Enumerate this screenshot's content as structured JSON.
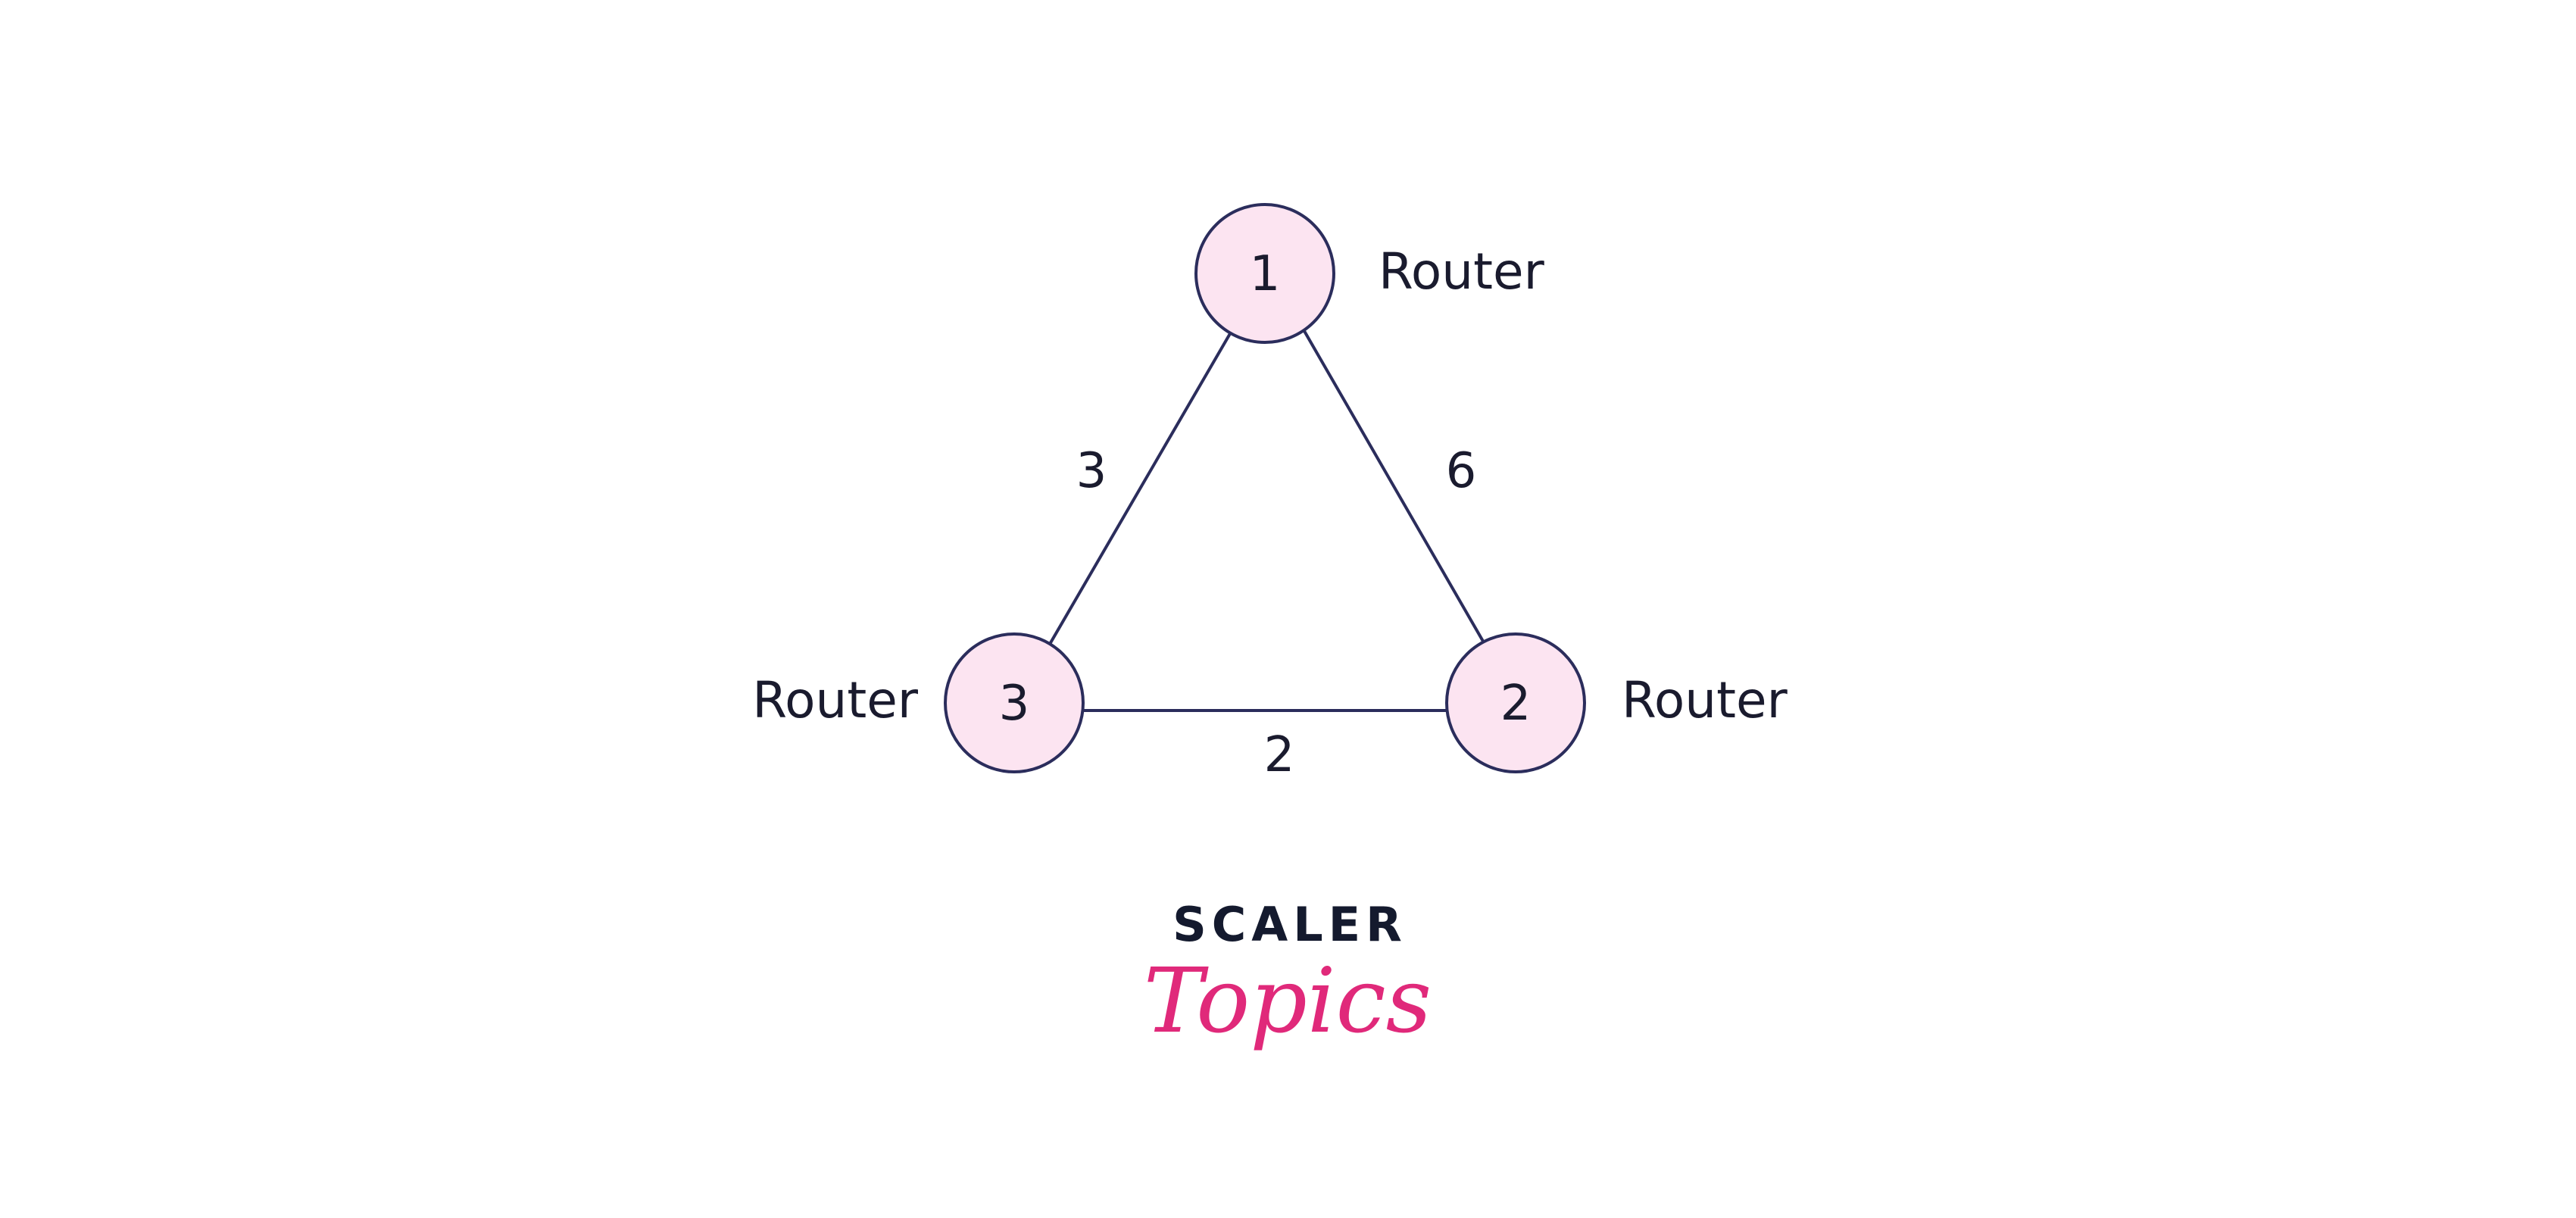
{
  "colors": {
    "background": "#ffffff",
    "node_fill": "#fce4f1",
    "node_stroke": "#2b2d5c",
    "edge": "#2b2d5c",
    "text": "#1a1b2e",
    "logo_dark": "#141a2e",
    "logo_accent": "#e0297a"
  },
  "nodes": [
    {
      "id": "1",
      "label": "1",
      "type_label": "Router"
    },
    {
      "id": "2",
      "label": "2",
      "type_label": "Router"
    },
    {
      "id": "3",
      "label": "3",
      "type_label": "Router"
    }
  ],
  "edges": [
    {
      "from": "1",
      "to": "3",
      "weight": "3"
    },
    {
      "from": "1",
      "to": "2",
      "weight": "6"
    },
    {
      "from": "3",
      "to": "2",
      "weight": "2"
    }
  ],
  "logo": {
    "word": "SCALER",
    "script": "Topics"
  }
}
